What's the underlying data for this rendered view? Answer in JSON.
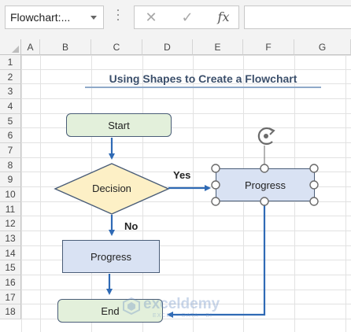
{
  "formula_bar": {
    "name_box": "Flowchart:...",
    "cancel_icon": "✕",
    "enter_icon": "✓",
    "fx_label": "fx",
    "formula": ""
  },
  "columns": [
    "A",
    "B",
    "C",
    "D",
    "E",
    "F",
    "G"
  ],
  "rows": [
    "1",
    "2",
    "3",
    "4",
    "5",
    "6",
    "7",
    "8",
    "9",
    "10",
    "11",
    "12",
    "13",
    "14",
    "15",
    "16",
    "17",
    "18"
  ],
  "sheet": {
    "title": "Using Shapes to Create a Flowchart"
  },
  "flowchart": {
    "start": "Start",
    "decision": "Decision",
    "progress_right": "Progress",
    "progress_bottom": "Progress",
    "end": "End",
    "yes_label": "Yes",
    "no_label": "No"
  },
  "watermark": {
    "name": "exceldemy",
    "tagline": "EXCEL · DATA · BI"
  },
  "colors": {
    "terminal_fill": "#e3f0db",
    "decision_fill": "#fdf0c6",
    "process_fill": "#d9e2f3",
    "connector": "#2f6ab5",
    "title_text": "#3b4f6b"
  }
}
